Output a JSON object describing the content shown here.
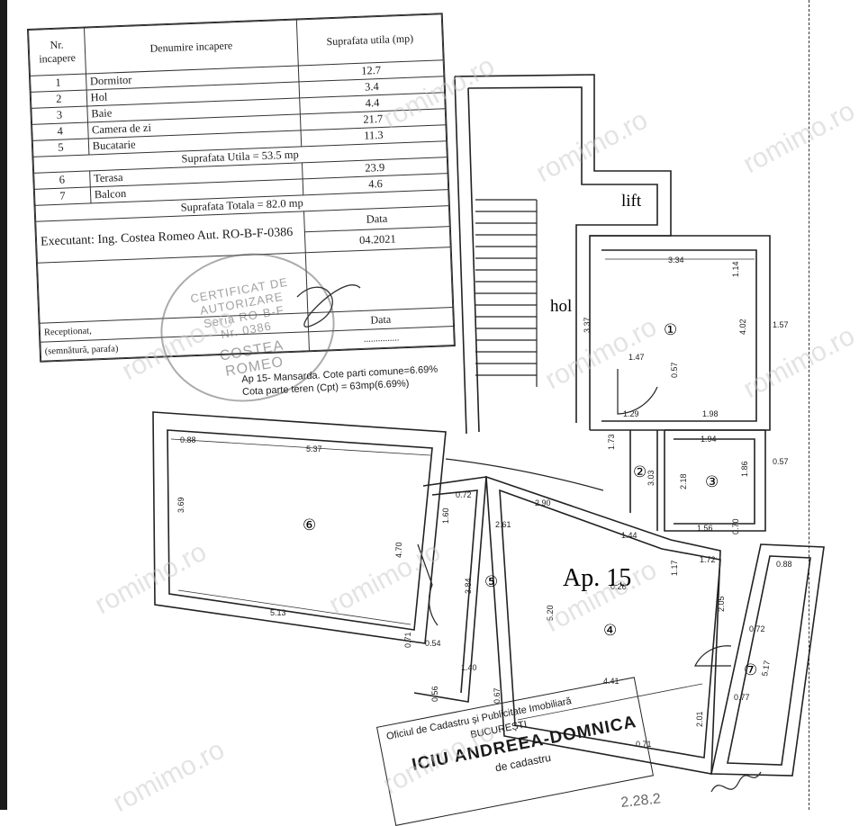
{
  "table": {
    "headers": {
      "nr": "Nr. incapere",
      "name": "Denumire incapere",
      "area": "Suprafata utila (mp)"
    },
    "rooms": [
      {
        "nr": "1",
        "name": "Dormitor",
        "area": "12.7"
      },
      {
        "nr": "2",
        "name": "Hol",
        "area": "3.4"
      },
      {
        "nr": "3",
        "name": "Baie",
        "area": "4.4"
      },
      {
        "nr": "4",
        "name": "Camera de zi",
        "area": "21.7"
      },
      {
        "nr": "5",
        "name": "Bucatarie",
        "area": "11.3"
      }
    ],
    "useful_total": "Suprafata Utila = 53.5 mp",
    "extras": [
      {
        "nr": "6",
        "name": "Terasa",
        "area": "23.9"
      },
      {
        "nr": "7",
        "name": "Balcon",
        "area": "4.6"
      }
    ],
    "grand_total": "Suprafata Totala = 82.0 mp",
    "executant": "Executant: Ing. Costea Romeo  Aut. RO-B-F-0386",
    "data_label": "Data",
    "data_value": "04.2021",
    "data_label2": "Data",
    "dots": "...............",
    "receptionat": "Receptionat,",
    "semnatura": "(semnătură, parafa)"
  },
  "stamp": {
    "text": "CERTIFICAT DE AUTORIZARE Seria RO-B-F Nr. 0386",
    "name": "COSTEA ROMEO"
  },
  "note": {
    "line1": "Ap 15- Mansarda. Cote parti comune=6.69%",
    "line2": "Cota parte teren (Cpt) = 63mp(6.69%)"
  },
  "plan": {
    "apartment": "Ap. 15",
    "lift": "lift",
    "hol": "hol",
    "rooms": [
      "①",
      "②",
      "③",
      "④",
      "⑤",
      "⑥",
      "⑦"
    ],
    "dims": [
      "3.34",
      "1.14",
      "3.37",
      "4.02",
      "1.57",
      "1.47",
      "0.57",
      "1.29",
      "1.98",
      "1.94",
      "1.73",
      "3.03",
      "2.18",
      "1.86",
      "0.57",
      "1.56",
      "0.88",
      "5.37",
      "3.69",
      "4.70",
      "5.13",
      "0.72",
      "1.60",
      "2.90",
      "2.61",
      "1.44",
      "3.84",
      "5.20",
      "1.17",
      "1.72",
      "0.88",
      "2.05",
      "0.72",
      "0.71",
      "0.54",
      "1.40",
      "0.56",
      "0.67",
      "4.41",
      "2.01",
      "0.77",
      "5.17",
      "0.71",
      "0.26",
      "0.70"
    ]
  },
  "seal": {
    "line1": "Oficiul de Cadastru și Publicitate Imobiliară",
    "line2": "BUCUREȘTI",
    "line3": "ICIU ANDREEA-DOMNICA",
    "line4": "de cadastru"
  },
  "watermark": "romimo.ro"
}
